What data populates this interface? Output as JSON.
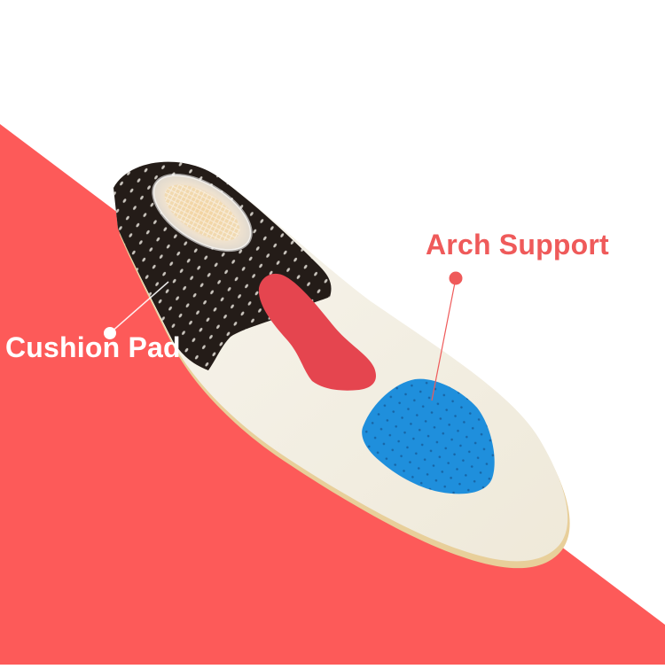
{
  "image": {
    "description": "Product photo of a sports insole on a white and coral-red diagonal background with two feature callouts",
    "colors": {
      "background_white": "#ffffff",
      "background_red": "#fd5a59",
      "heel_black": "#241c18",
      "arch_pad_red": "#e5454f",
      "forefoot_pad_blue": "#1f8fdc",
      "insole_white": "#f3f0e6",
      "gel_cushion": "#f4d9a8",
      "callout_red": "#ef5a5a",
      "callout_white": "#ffffff"
    }
  },
  "callouts": [
    {
      "id": "cushion-pad",
      "label": "Cushion Pad"
    },
    {
      "id": "arch-support",
      "label": "Arch Support"
    }
  ]
}
